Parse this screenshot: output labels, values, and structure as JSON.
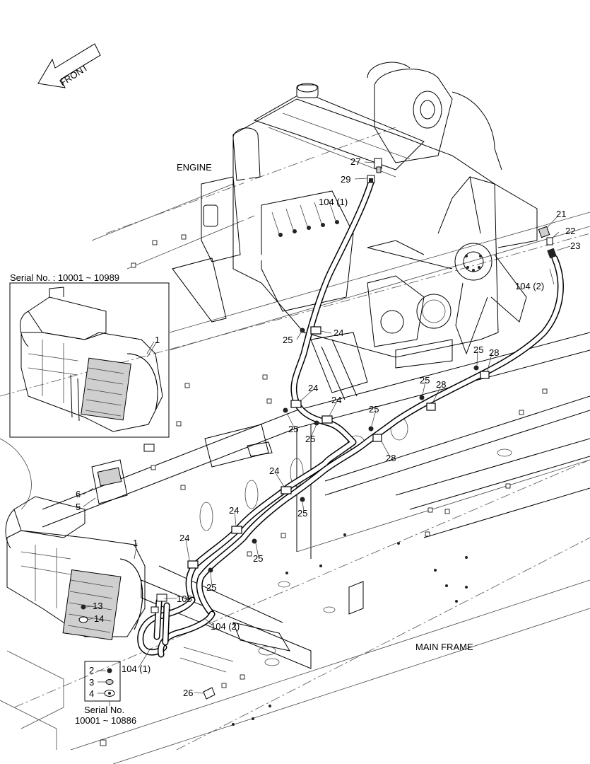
{
  "front_label": "FRONT",
  "labels": {
    "engine": "ENGINE",
    "main_frame": "MAIN FRAME",
    "serial_top": "Serial No. : 10001 ~ 10989",
    "serial_bottom_1": "Serial No.",
    "serial_bottom_2": "10001 ~ 10886"
  },
  "callouts": [
    {
      "id": "c27",
      "text": "27"
    },
    {
      "id": "c29",
      "text": "29"
    },
    {
      "id": "c104-1-top",
      "text": "104 (1)"
    },
    {
      "id": "c21",
      "text": "21"
    },
    {
      "id": "c22",
      "text": "22"
    },
    {
      "id": "c23",
      "text": "23"
    },
    {
      "id": "c104-2-right",
      "text": "104 (2)"
    },
    {
      "id": "c1-inset",
      "text": "1"
    },
    {
      "id": "c25-a",
      "text": "25"
    },
    {
      "id": "c24-a",
      "text": "24"
    },
    {
      "id": "c25-b",
      "text": "25"
    },
    {
      "id": "c28-a",
      "text": "28"
    },
    {
      "id": "c25-c",
      "text": "25"
    },
    {
      "id": "c28-b",
      "text": "28"
    },
    {
      "id": "c24-b",
      "text": "24"
    },
    {
      "id": "c24-c",
      "text": "24"
    },
    {
      "id": "c25-d",
      "text": "25"
    },
    {
      "id": "c25-e",
      "text": "25"
    },
    {
      "id": "c25-f",
      "text": "25"
    },
    {
      "id": "c28-c",
      "text": "28"
    },
    {
      "id": "c24-d",
      "text": "24"
    },
    {
      "id": "c24-e",
      "text": "24"
    },
    {
      "id": "c25-g",
      "text": "25"
    },
    {
      "id": "c6",
      "text": "6"
    },
    {
      "id": "c5",
      "text": "5"
    },
    {
      "id": "c24-f",
      "text": "24"
    },
    {
      "id": "c25-h",
      "text": "25"
    },
    {
      "id": "c1-main",
      "text": "1"
    },
    {
      "id": "c24-g",
      "text": "24"
    },
    {
      "id": "c25-i",
      "text": "25"
    },
    {
      "id": "c105",
      "text": "105"
    },
    {
      "id": "c13",
      "text": "13"
    },
    {
      "id": "c14",
      "text": "14"
    },
    {
      "id": "c104-2-bottom",
      "text": "104 (2)"
    },
    {
      "id": "c104-1-bottom",
      "text": "104 (1)"
    },
    {
      "id": "c2",
      "text": "2"
    },
    {
      "id": "c3",
      "text": "3"
    },
    {
      "id": "c4",
      "text": "4"
    },
    {
      "id": "c26",
      "text": "26"
    }
  ]
}
